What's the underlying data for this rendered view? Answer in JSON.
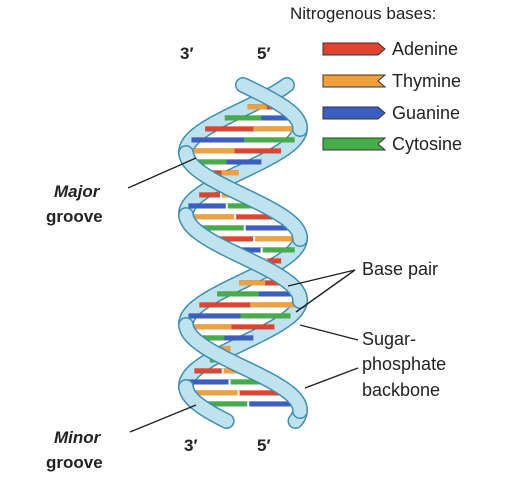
{
  "legend": {
    "title": "Nitrogenous bases:",
    "items": [
      {
        "name": "Adenine",
        "color": "#e0442e"
      },
      {
        "name": "Thymine",
        "color": "#f2a03a"
      },
      {
        "name": "Guanine",
        "color": "#3a5ec2"
      },
      {
        "name": "Cytosine",
        "color": "#45ad49"
      }
    ]
  },
  "strand_ends": {
    "top_left": "3′",
    "top_right": "5′",
    "bottom_left": "3′",
    "bottom_right": "5′"
  },
  "labels": {
    "major_groove_1": "Major",
    "major_groove_2": "groove",
    "minor_groove_1": "Minor",
    "minor_groove_2": "groove",
    "base_pair": "Base pair",
    "backbone_1": "Sugar-",
    "backbone_2": "phosphate",
    "backbone_3": "backbone"
  },
  "colors": {
    "backbone": "#bfe2ef",
    "backbone_edge": "#3f8fb0"
  }
}
